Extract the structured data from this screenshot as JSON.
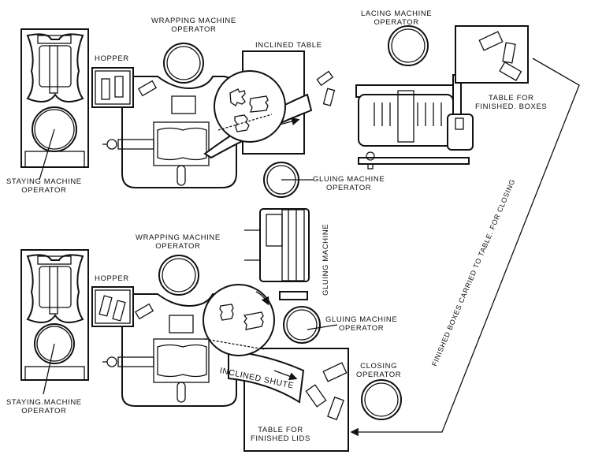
{
  "diagram": {
    "title": "Box factory machine layout",
    "top_unit": {
      "labels": {
        "wrapping_operator": [
          "WRAPPING MACHINE",
          "OPERATOR"
        ],
        "hopper": "HOPPER",
        "inclined_table": "INCLINED TABLE",
        "lacing_operator": [
          "LACING MACHINE",
          "OPERATOR"
        ],
        "table_finished_boxes": [
          "TABLE FOR",
          "FINISHED. BOXES"
        ],
        "staying_operator": [
          "STAYING MACHINE",
          "OPERATOR"
        ],
        "gluing_operator": [
          "GLUING MACHINE",
          "OPERATOR"
        ]
      }
    },
    "bottom_unit": {
      "labels": {
        "wrapping_operator": [
          "WRAPPING MACHINE",
          "OPERATOR"
        ],
        "hopper": "HOPPER",
        "gluing_machine": "GLUING MACHINE",
        "gluing_operator": [
          "GLUING MACHINE",
          "OPERATOR"
        ],
        "inclined_shute": "INCLINED SHUTE",
        "closing_operator": [
          "CLOSING",
          "OPERATOR"
        ],
        "staying_operator": [
          "STAYING.MACHINE",
          "OPERATOR"
        ],
        "table_finished_lids": [
          "TABLE FOR",
          "FINISHED LIDS"
        ]
      }
    },
    "flow_label": "FINISHED BOXES CARRIED TO TABLE. FOR CLOSING"
  }
}
